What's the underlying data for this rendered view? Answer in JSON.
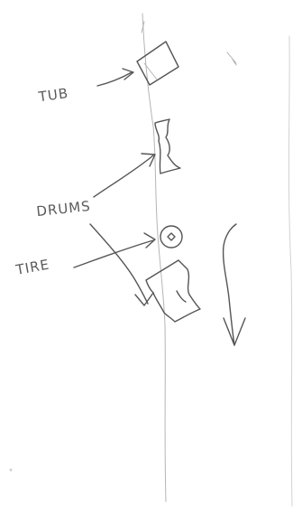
{
  "labels": {
    "tub": "TUB",
    "drums": "DRUMS",
    "tire": "TIRE"
  },
  "colors": {
    "paper": "#ffffff",
    "pencil": "#555555",
    "faint": "#d2d2d2"
  }
}
